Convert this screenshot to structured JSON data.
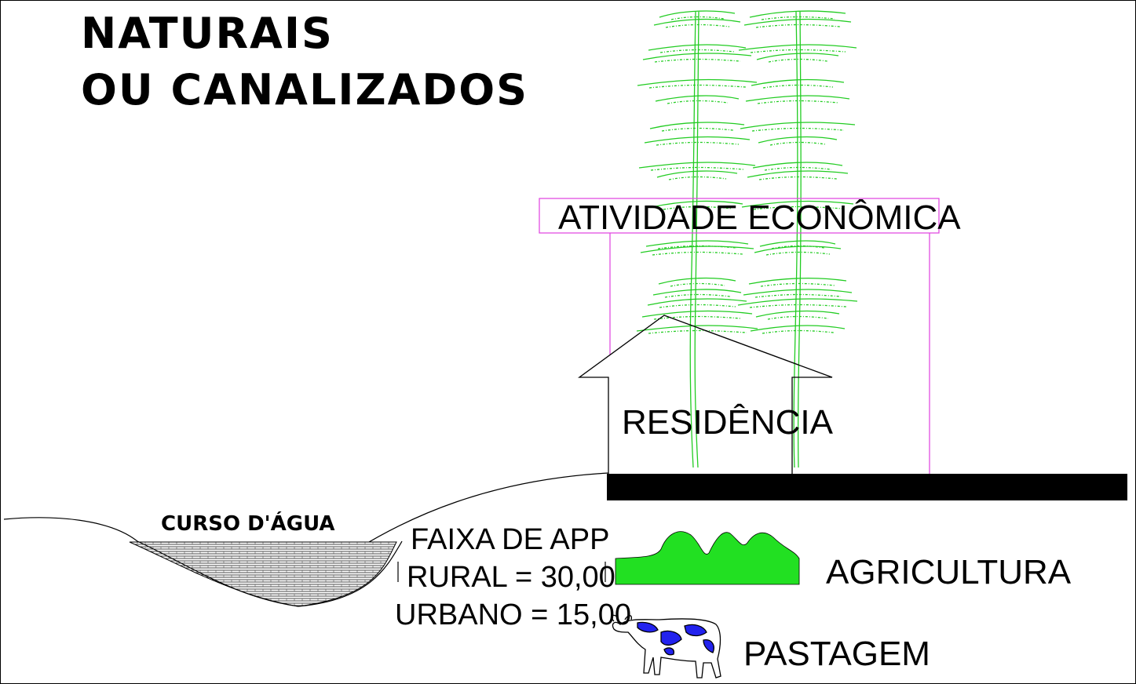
{
  "title": {
    "line1": "NATURAIS",
    "line2": "OU CANALIZADOS"
  },
  "labels": {
    "economic_activity": "ATIVIDADE ECONÔMICA",
    "residence": "RESIDÊNCIA",
    "watercourse": "CURSO D'ÁGUA",
    "app_strip": "FAIXA DE APP",
    "rural": "RURAL = 30,00",
    "urban": "URBANO = 15,00",
    "agriculture": "AGRICULTURA",
    "pasture": "PASTAGEM"
  },
  "colors": {
    "ink": "#000000",
    "magenta_box": "#e040e0",
    "tree_green": "#22cc22",
    "crop_green": "#22e022",
    "cow_spots": "#2222ee",
    "water_hatch": "#555555"
  },
  "icons": {
    "trees": "eucalyptus-trees-icon",
    "house": "house-outline-icon",
    "crops": "crop-field-icon",
    "cow": "cow-icon"
  }
}
